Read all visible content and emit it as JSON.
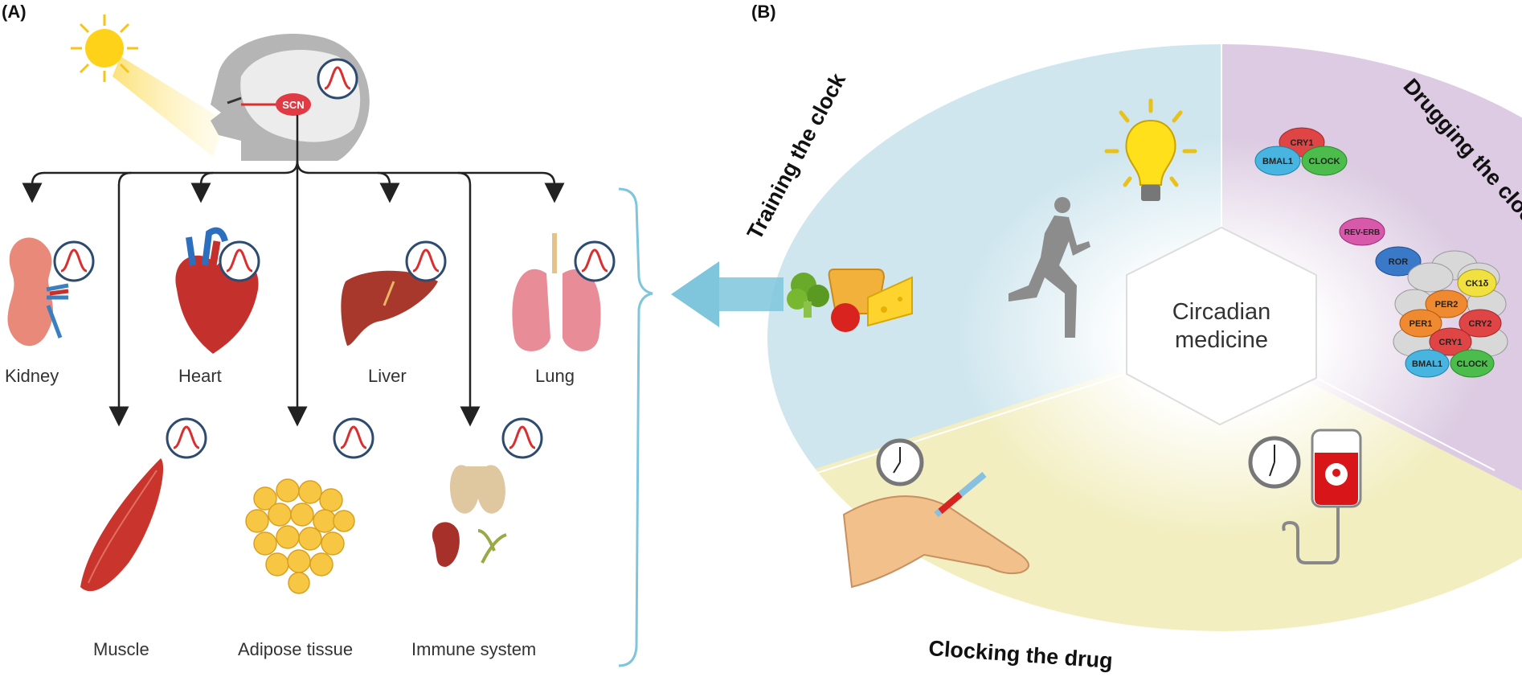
{
  "panel_a": {
    "label": "(A)",
    "scn_label": "SCN",
    "organs": {
      "kidney": "Kidney",
      "heart": "Heart",
      "liver": "Liver",
      "lung": "Lung",
      "muscle": "Muscle",
      "adipose": "Adipose tissue",
      "immune": "Immune system"
    }
  },
  "panel_b": {
    "label": "(B)",
    "center_line1": "Circadian",
    "center_line2": "medicine",
    "sections": {
      "training": "Training the clock",
      "drugging": "Drugging the clock",
      "clocking": "Clocking the drug"
    },
    "proteins": {
      "top_cry1": "CRY1",
      "top_bmal1": "BMAL1",
      "top_clock": "CLOCK",
      "reverb": "REV-ERB",
      "ror": "ROR",
      "ck1d": "CK1δ",
      "per2": "PER2",
      "per1": "PER1",
      "cry2": "CRY2",
      "cry1": "CRY1",
      "bmal1": "BMAL1",
      "clock": "CLOCK"
    }
  },
  "colors": {
    "training": "#cfe6ee",
    "drugging": "#dccbe2",
    "clocking": "#f2eec0",
    "arrow": "#7fc6dc",
    "rhythm": "#d9302f",
    "scn": "#e03a45"
  }
}
